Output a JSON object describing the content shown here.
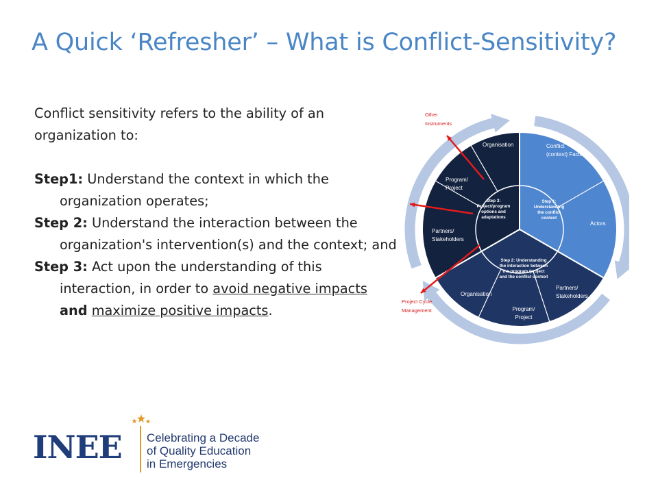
{
  "title": "A Quick ‘Refresher’ – What is Conflict-Sensitivity?",
  "body": {
    "intro": "Conflict sensitivity refers to the ability of an organization to:",
    "step1_label": "Step1:",
    "step1_text": " Understand the context in which the organization operates;",
    "step2_label": "Step 2:",
    "step2_text": " Understand the interaction between the organization's intervention(s) and the context; and",
    "step3_label": "Step 3:",
    "step3_text": " Act upon the understanding of this interaction, in order to ",
    "step3_link1": "avoid negative impacts ",
    "step3_and": "and",
    "step3_space": " ",
    "step3_link2": "maximize positive impacts",
    "step3_end": "."
  },
  "diagram": {
    "external_labels": {
      "other_instruments_1": "Other",
      "other_instruments_2": "Instruments",
      "pcm_1": "Project Cycle",
      "pcm_2": "Management"
    },
    "step1": {
      "center_lines": [
        "Step 1:",
        "Understanding",
        "the conflict",
        "context"
      ],
      "outer_1a": "Conflict",
      "outer_1b": "(context) Factors",
      "outer_2": "Actors"
    },
    "step2": {
      "center_lines": [
        "Step 2: Understanding",
        "the interaction between",
        "the program /project",
        "and the conflict context"
      ],
      "outer_partners_a": "Partners/",
      "outer_partners_b": "Stakeholders",
      "outer_program_a": "Program/",
      "outer_program_b": "Project",
      "outer_org": "Organisation"
    },
    "step3": {
      "center_lines": [
        "Step 3:",
        "Project/program",
        "options and",
        "adaptations"
      ],
      "outer_org": "Organisation",
      "outer_program_a": "Program/",
      "outer_program_b": "Project",
      "outer_partners_a": "Partners/",
      "outer_partners_b": "Stakeholders"
    },
    "colors": {
      "step1": "#4f86d0",
      "step2": "#1f3563",
      "step3": "#13223f",
      "ring": "#b5c7e3",
      "arrow": "#e31b1b"
    }
  },
  "logo": {
    "wordmark": "INEE",
    "tagline_1": "Celebrating a Decade",
    "tagline_2": "of Quality Education",
    "tagline_3": "in Emergencies"
  }
}
